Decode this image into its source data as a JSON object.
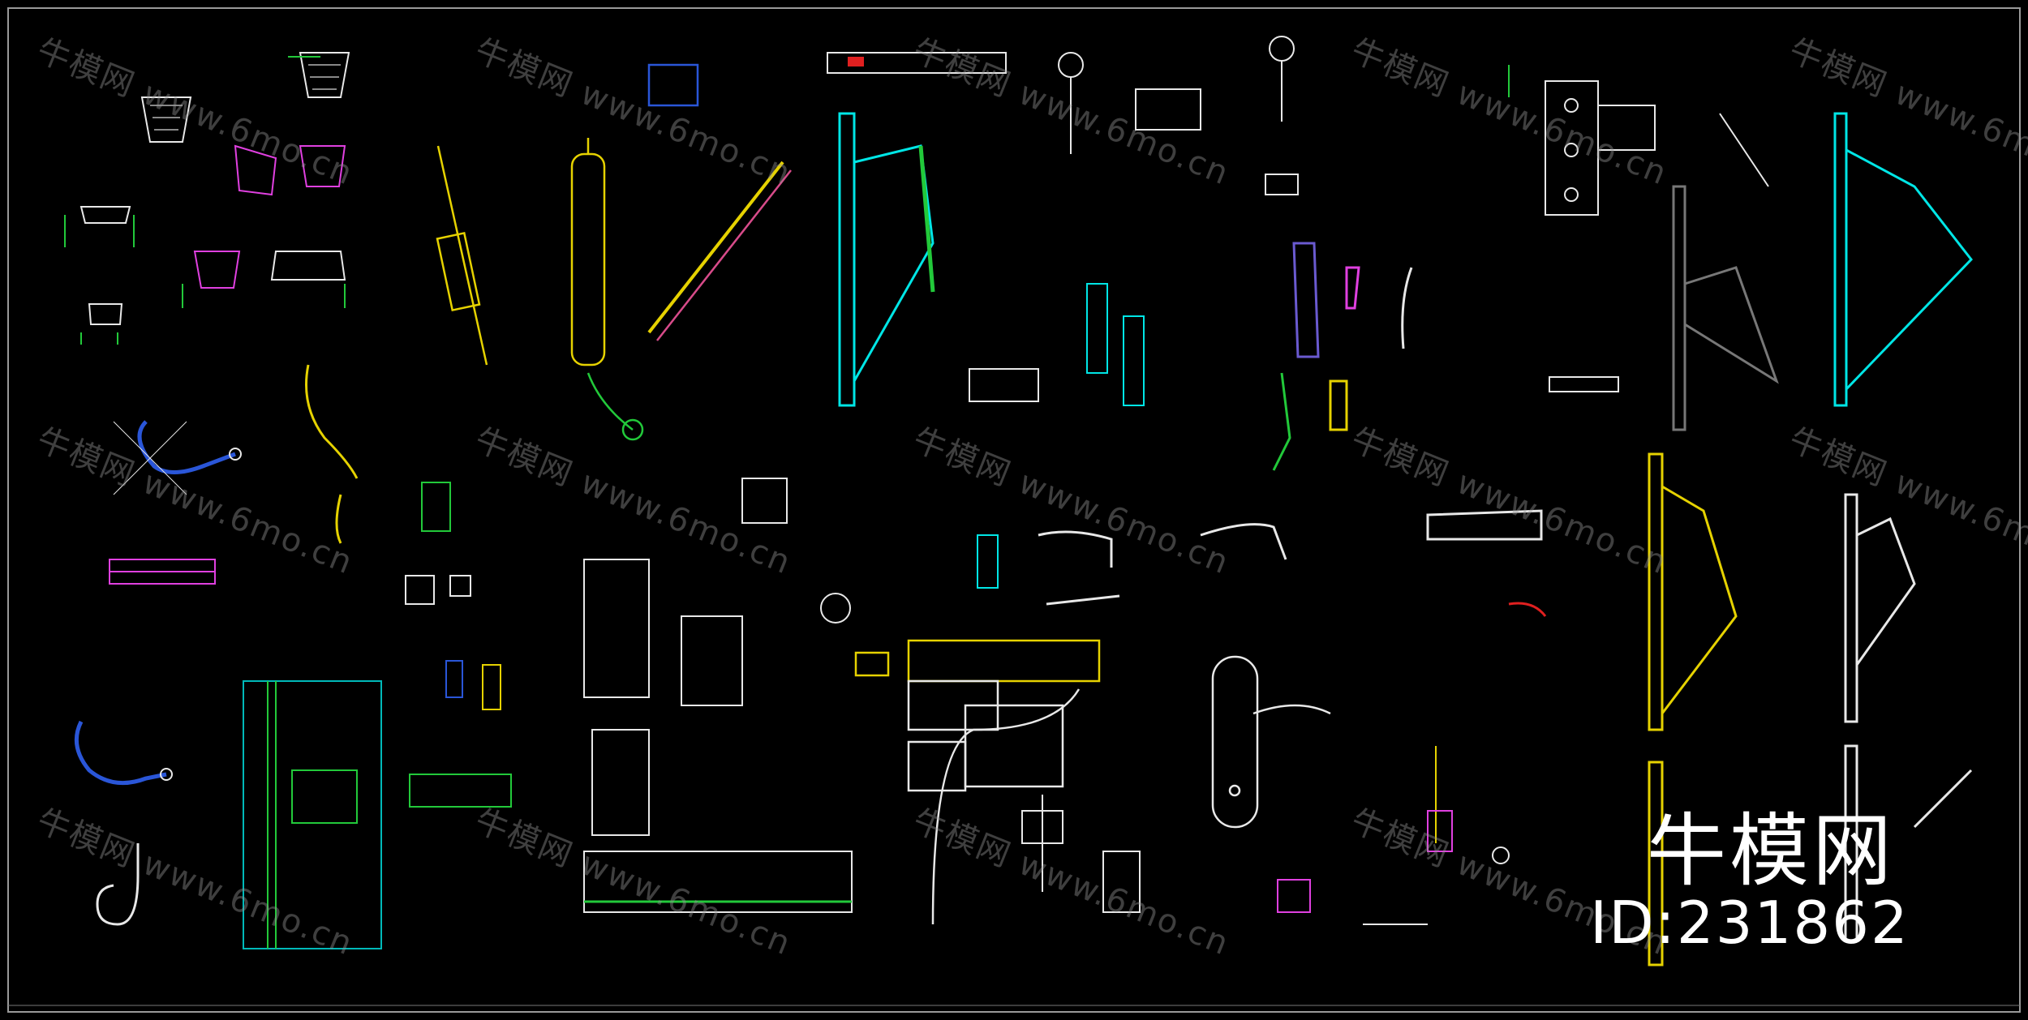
{
  "watermark": {
    "brand_text": "牛模网",
    "url_text": "www.6mo.cn"
  },
  "brand_logo": {
    "name": "牛模网",
    "id_text": "ID:231862"
  },
  "colors": {
    "background": "#000000",
    "frame": "#9a9a9a",
    "cyan": "#00e6e6",
    "yellow": "#e6d200",
    "green": "#22c93a",
    "magenta": "#e040e0",
    "blue": "#2a56d8",
    "white": "#e8e8e8",
    "red": "#e02020"
  }
}
